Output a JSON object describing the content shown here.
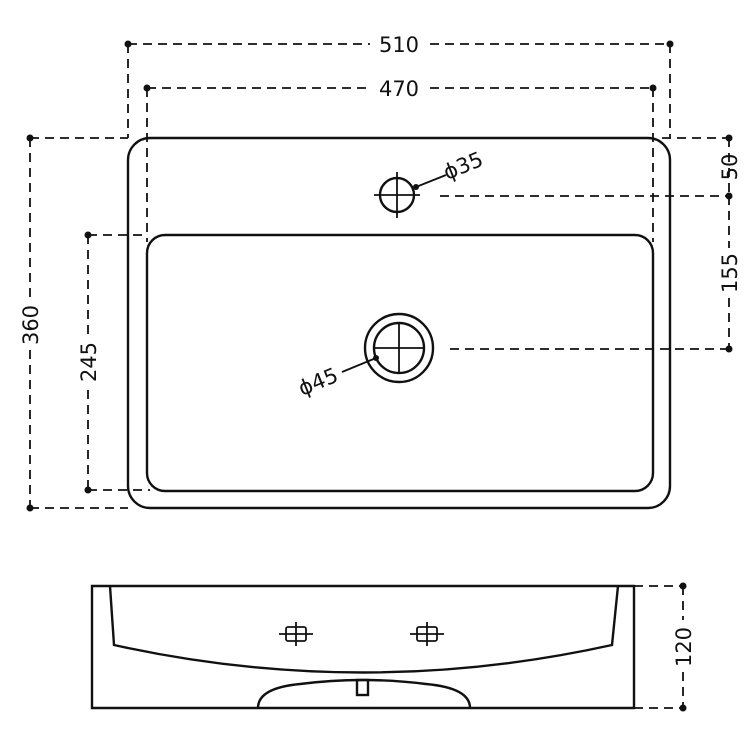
{
  "top_view": {
    "width_outer": "510",
    "width_inner": "470",
    "height_total": "360",
    "height_bowl": "245",
    "tap_offset": "50",
    "drain_offset": "155",
    "tap_hole": "ϕ35",
    "drain_hole": "ϕ45"
  },
  "side_view": {
    "height": "120"
  }
}
